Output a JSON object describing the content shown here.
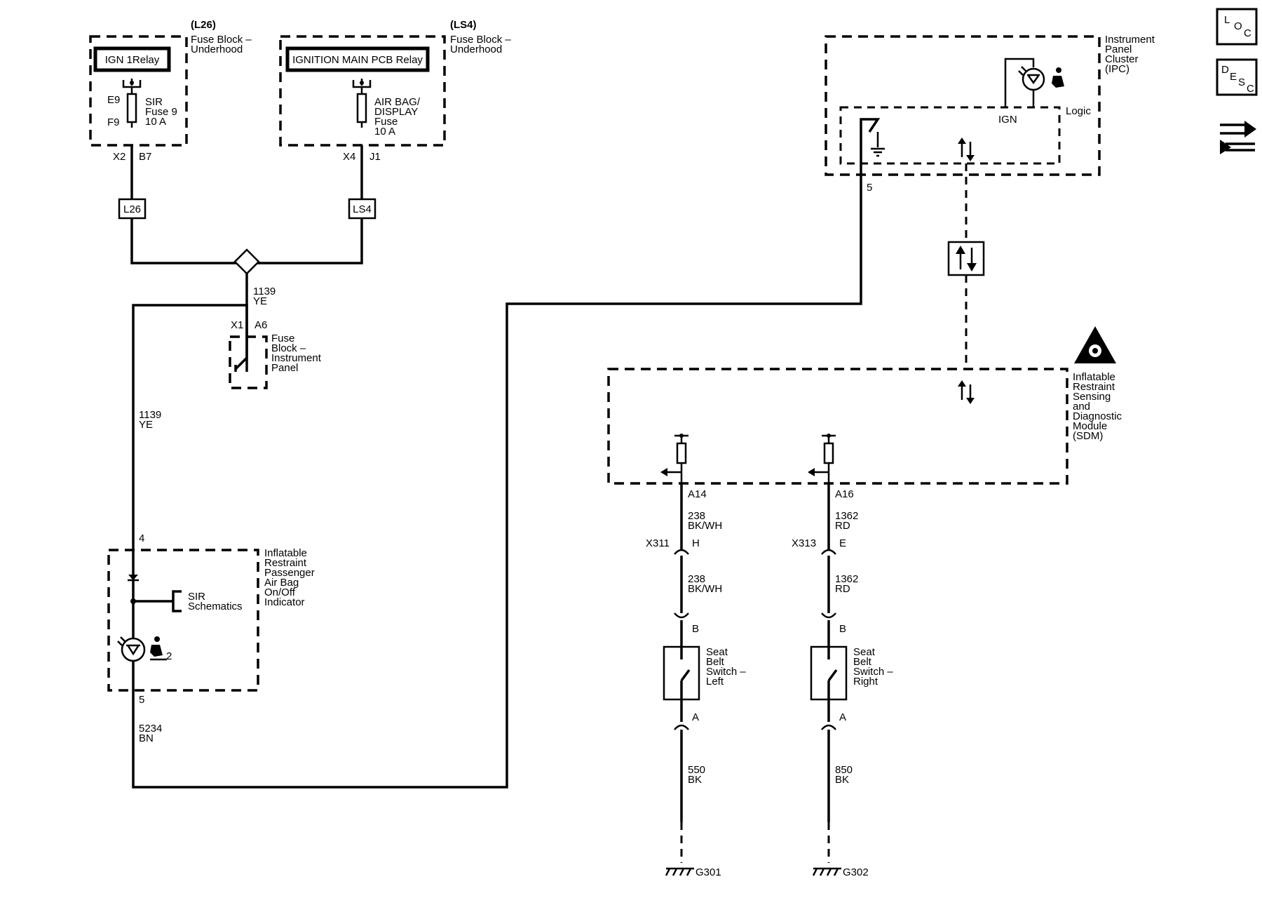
{
  "fuse_l26": {
    "code": "(L26)",
    "location": "Fuse Block –\nUnderhood",
    "relay": "IGN 1Relay",
    "pin_top": "E9",
    "pin_bottom": "F9",
    "fuse": "SIR\nFuse 9\n10 A",
    "conn": "X2",
    "pin": "B7",
    "badge": "L26"
  },
  "fuse_ls4": {
    "code": "(LS4)",
    "location": "Fuse Block –\nUnderhood",
    "relay": "IGNITION MAIN PCB Relay",
    "fuse": "AIR BAG/\nDISPLAY\nFuse\n10 A",
    "conn": "X4",
    "pin": "J1",
    "badge": "LS4"
  },
  "wire_1139_top": "1139\nYE",
  "fuse_ip": {
    "conn": "X1",
    "pin": "A6",
    "label": "Fuse\nBlock –\nInstrument\nPanel"
  },
  "wire_1139_mid": "1139\nYE",
  "indicator": {
    "pin_top": "4",
    "label": "Inflatable\nRestraint\nPassenger\nAir Bag\nOn/Off\nIndicator",
    "ref": "SIR\nSchematics",
    "num": "2",
    "pin_bottom": "5"
  },
  "wire_5234": "5234\nBN",
  "ipc": {
    "label": "Instrument\nPanel\nCluster\n(IPC)",
    "logic": "Logic",
    "ign": "IGN",
    "pin": "5"
  },
  "sdm": {
    "label": "Inflatable\nRestraint\nSensing\nand\nDiagnostic\nModule\n(SDM)"
  },
  "left_chain": {
    "pin": "A14",
    "wire1": "238\nBK/WH",
    "conn": "X311",
    "conn_pin": "H",
    "wire2": "238\nBK/WH",
    "pin_b": "B",
    "switch": "Seat\nBelt\nSwitch –\nLeft",
    "pin_a": "A",
    "wire3": "550\nBK",
    "ground": "G301"
  },
  "right_chain": {
    "pin": "A16",
    "wire1": "1362\nRD",
    "conn": "X313",
    "conn_pin": "E",
    "wire2": "1362\nRD",
    "pin_b": "B",
    "switch": "Seat\nBelt\nSwitch –\nRight",
    "pin_a": "A",
    "wire3": "850\nBK",
    "ground": "G302"
  },
  "nav": {
    "loc": [
      "L",
      "O",
      "C"
    ],
    "desc": [
      "D",
      "E",
      "S",
      "C"
    ]
  }
}
